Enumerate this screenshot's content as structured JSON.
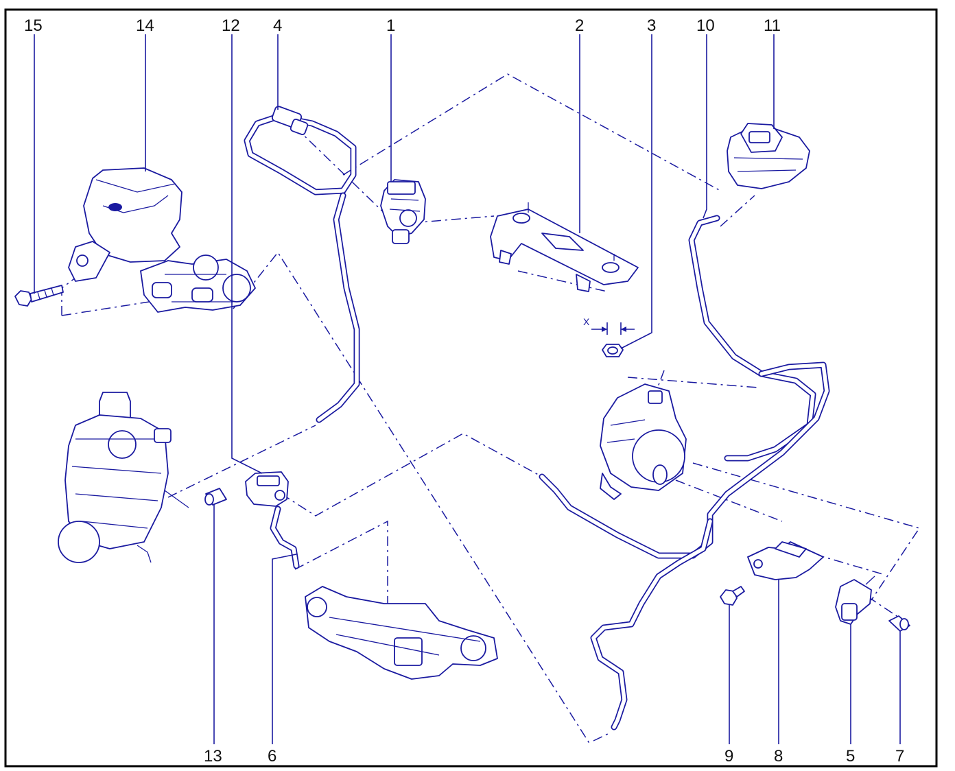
{
  "labels": {
    "l1": "1",
    "l2": "2",
    "l3": "3",
    "l4": "4",
    "l5": "5",
    "l6": "6",
    "l7": "7",
    "l8": "8",
    "l9": "9",
    "l10": "10",
    "l11": "11",
    "l12": "12",
    "l13": "13",
    "l14": "14",
    "l15": "15"
  },
  "dimension": {
    "x": "X"
  },
  "colors": {
    "line": "#1a1aa0",
    "frame": "#000000",
    "background": "#ffffff"
  }
}
